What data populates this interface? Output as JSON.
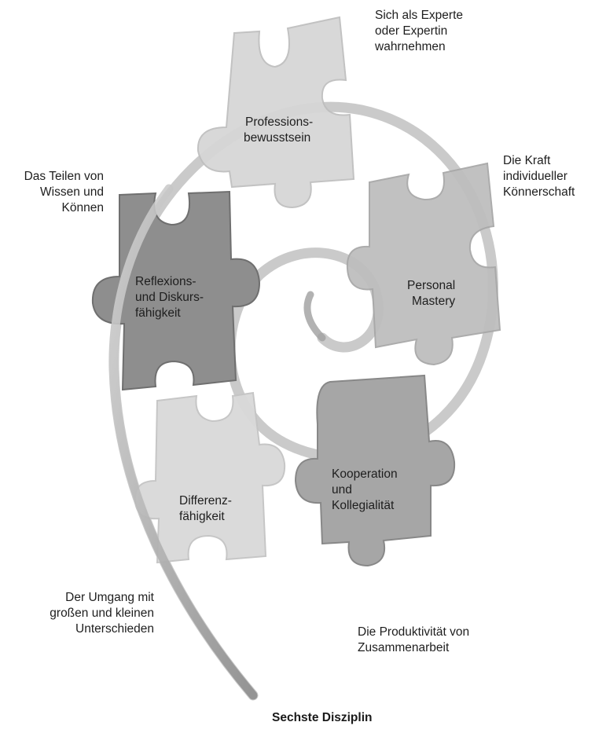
{
  "title": "Sechste Disziplin",
  "pieces": [
    {
      "id": "professionsbewusstsein",
      "lines": [
        "Professions-",
        "bewusstsein"
      ],
      "shade": "light"
    },
    {
      "id": "personal-mastery",
      "lines": [
        "Personal",
        "Mastery"
      ],
      "shade": "medium"
    },
    {
      "id": "reflexions-diskursfaehigkeit",
      "lines": [
        "Reflexions-",
        "und Diskurs-",
        "fähigkeit"
      ],
      "shade": "dark"
    },
    {
      "id": "differenzfaehigkeit",
      "lines": [
        "Differenz-",
        "fähigkeit"
      ],
      "shade": "light"
    },
    {
      "id": "kooperation-kollegialitaet",
      "lines": [
        "Kooperation",
        "und",
        "Kollegialität"
      ],
      "shade": "medium-dark"
    }
  ],
  "annotations": {
    "professionsbewusstsein": "Sich als Experte\noder Expertin\nwahrnehmen",
    "personal_mastery": "Die Kraft\nindividueller\nKönnerschaft",
    "reflexion": "Das Teilen von\nWissen und\nKönnen",
    "differenz": "Der Umgang mit\ngroßen und kleinen\nUnterschieden",
    "kooperation": "Die Produktivität von\nZusammenarbeit"
  },
  "colors": {
    "light_piece": "#d3d3d3",
    "light_piece_edge": "#bdbdbd",
    "medium_piece": "#bcbcbc",
    "medium_dark_piece": "#a2a2a2",
    "dark_piece": "#8e8e8e",
    "spiral": "#b0b0b0"
  }
}
